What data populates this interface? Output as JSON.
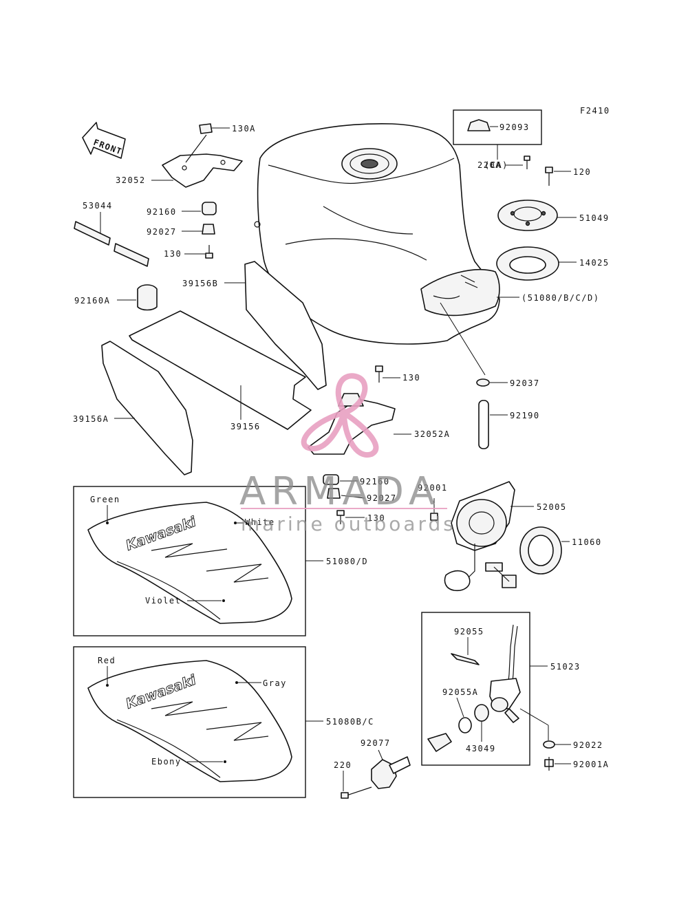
{
  "figure_code": "F2410",
  "front_label": "FRONT",
  "brand_text": "Kawasaki",
  "watermark": {
    "title": "ARMADA",
    "subtitle": "marine outboards",
    "color": "#e8a0c2",
    "text_color": "#8a8a8a"
  },
  "parts": {
    "p130A": "130A",
    "p32052": "32052",
    "p92160_top": "92160",
    "p92027_top": "92027",
    "p130_top": "130",
    "p53044": "53044",
    "p92160A": "92160A",
    "p39156B": "39156B",
    "p39156A": "39156A",
    "p39156": "39156",
    "p130_mid": "130",
    "p32052A": "32052A",
    "p92160_mid": "92160",
    "p92027_mid": "92027",
    "p130_low": "130",
    "p92093": "92093",
    "pCA": "(CA)",
    "p220A": "220A",
    "p120": "120",
    "p51049": "51049",
    "p14025": "14025",
    "p51080BCD": "(51080/B/C/D)",
    "p92037": "92037",
    "p92190": "92190",
    "p92001": "92001",
    "p52005": "52005",
    "p11060": "11060",
    "p51080D": "51080/D",
    "p51080BC": "51080B/C",
    "p92055": "92055",
    "p51023": "51023",
    "p92055A": "92055A",
    "p43049": "43049",
    "p92077": "92077",
    "p220": "220",
    "p92022": "92022",
    "p92001A": "92001A"
  },
  "colors_panel1": {
    "green": "Green",
    "white": "White",
    "violet": "Violet"
  },
  "colors_panel2": {
    "red": "Red",
    "gray": "Gray",
    "ebony": "Ebony"
  }
}
